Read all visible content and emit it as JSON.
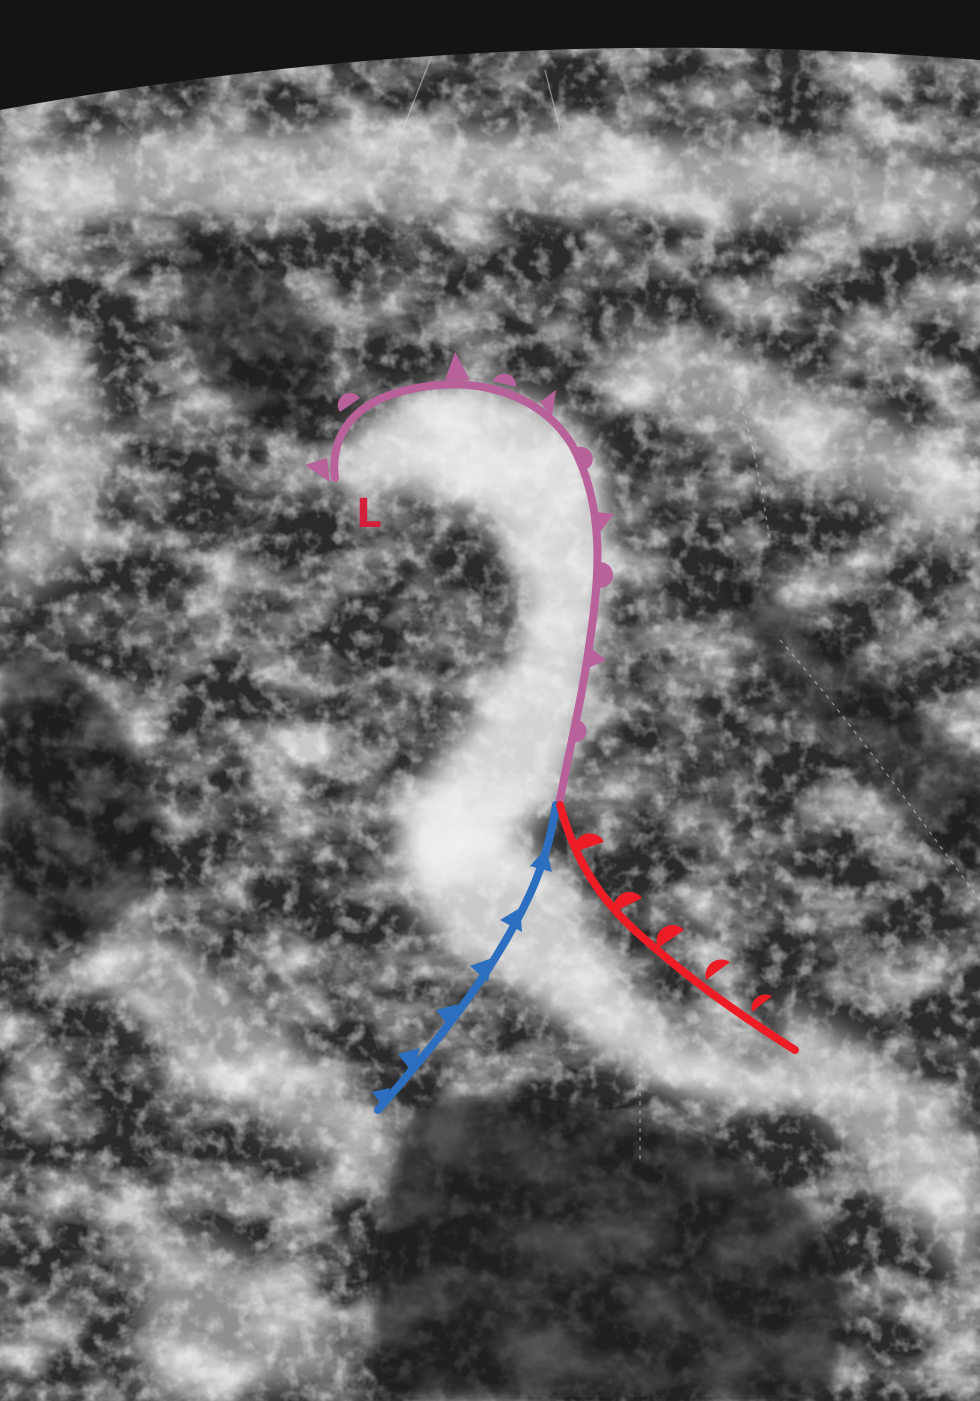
{
  "map": {
    "kind": "satellite-cloud-image",
    "low_pressure_label": "L",
    "colors": {
      "occluded_front": "#b8619b",
      "cold_front": "#2c6fc0",
      "warm_front": "#ee1c25",
      "low_center": "#d2203a",
      "background_space": "#141414",
      "ocean": "#2a2a2a",
      "cloud": "#f2f2f2"
    },
    "fronts": [
      {
        "name": "occluded-front",
        "symbol": "alternating-triangles-and-semicircles"
      },
      {
        "name": "cold-front",
        "symbol": "triangles"
      },
      {
        "name": "warm-front",
        "symbol": "semicircles"
      }
    ]
  }
}
